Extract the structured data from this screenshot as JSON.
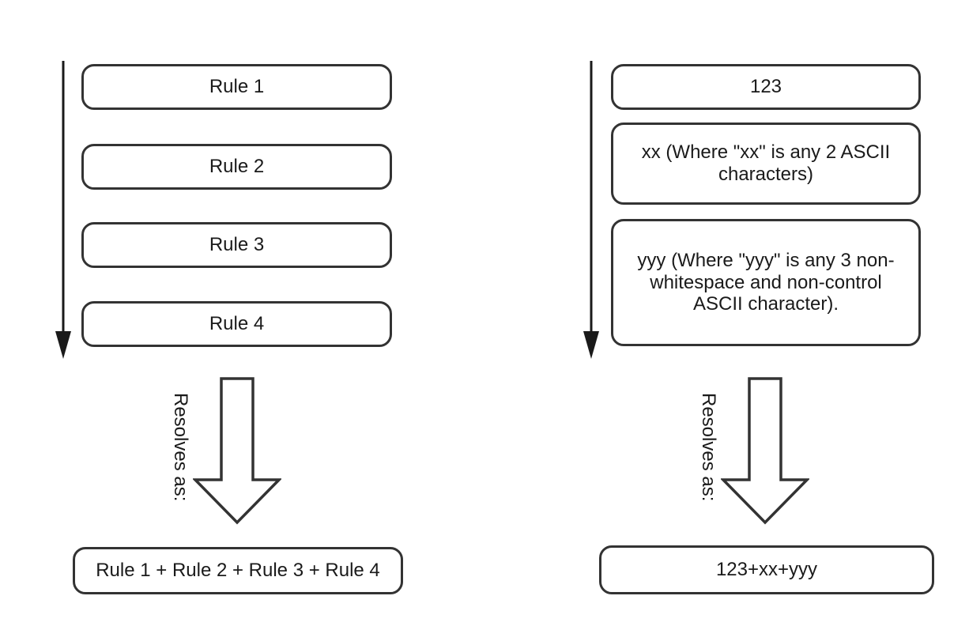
{
  "colors": {
    "background": "#ffffff",
    "box_border": "#333333",
    "arrow": "#1a1a1a",
    "text": "#1a1a1a"
  },
  "left_flow": {
    "rules": [
      "Rule 1",
      "Rule 2",
      "Rule 3",
      "Rule 4"
    ],
    "resolves_label": "Resolves as:",
    "result": "Rule 1 + Rule 2 + Rule 3 + Rule 4"
  },
  "right_flow": {
    "parts": [
      "123",
      "xx (Where \"xx\" is any 2 ASCII characters)",
      "yyy (Where \"yyy\" is any 3 non-whitespace and non-control ASCII character)."
    ],
    "resolves_label": "Resolves as:",
    "result": "123+xx+yyy"
  }
}
